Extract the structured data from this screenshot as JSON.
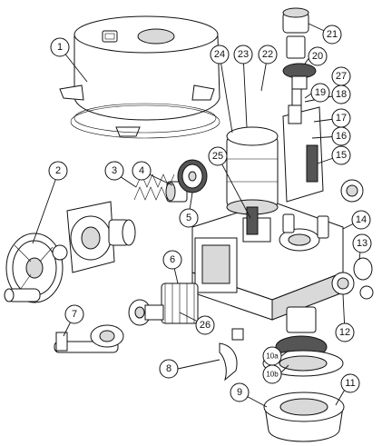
{
  "callouts": [
    {
      "id": "c1",
      "label": "1"
    },
    {
      "id": "c2",
      "label": "2"
    },
    {
      "id": "c3",
      "label": "3"
    },
    {
      "id": "c4",
      "label": "4"
    },
    {
      "id": "c5",
      "label": "5"
    },
    {
      "id": "c6",
      "label": "6"
    },
    {
      "id": "c7",
      "label": "7"
    },
    {
      "id": "c8",
      "label": "8"
    },
    {
      "id": "c9",
      "label": "9"
    },
    {
      "id": "c10a",
      "label": "10a"
    },
    {
      "id": "c10b",
      "label": "10b"
    },
    {
      "id": "c11",
      "label": "11"
    },
    {
      "id": "c12",
      "label": "12"
    },
    {
      "id": "c13",
      "label": "13"
    },
    {
      "id": "c14",
      "label": "14"
    },
    {
      "id": "c15",
      "label": "15"
    },
    {
      "id": "c16",
      "label": "16"
    },
    {
      "id": "c17",
      "label": "17"
    },
    {
      "id": "c18",
      "label": "18"
    },
    {
      "id": "c19",
      "label": "19"
    },
    {
      "id": "c20",
      "label": "20"
    },
    {
      "id": "c21",
      "label": "21"
    },
    {
      "id": "c22",
      "label": "22"
    },
    {
      "id": "c23",
      "label": "23"
    },
    {
      "id": "c24",
      "label": "24"
    },
    {
      "id": "c25",
      "label": "25"
    },
    {
      "id": "c26",
      "label": "26"
    },
    {
      "id": "c27",
      "label": "27"
    }
  ],
  "line_color": "#111111",
  "fill_color": "#ffffff",
  "shade_color": "#d9d9d9"
}
